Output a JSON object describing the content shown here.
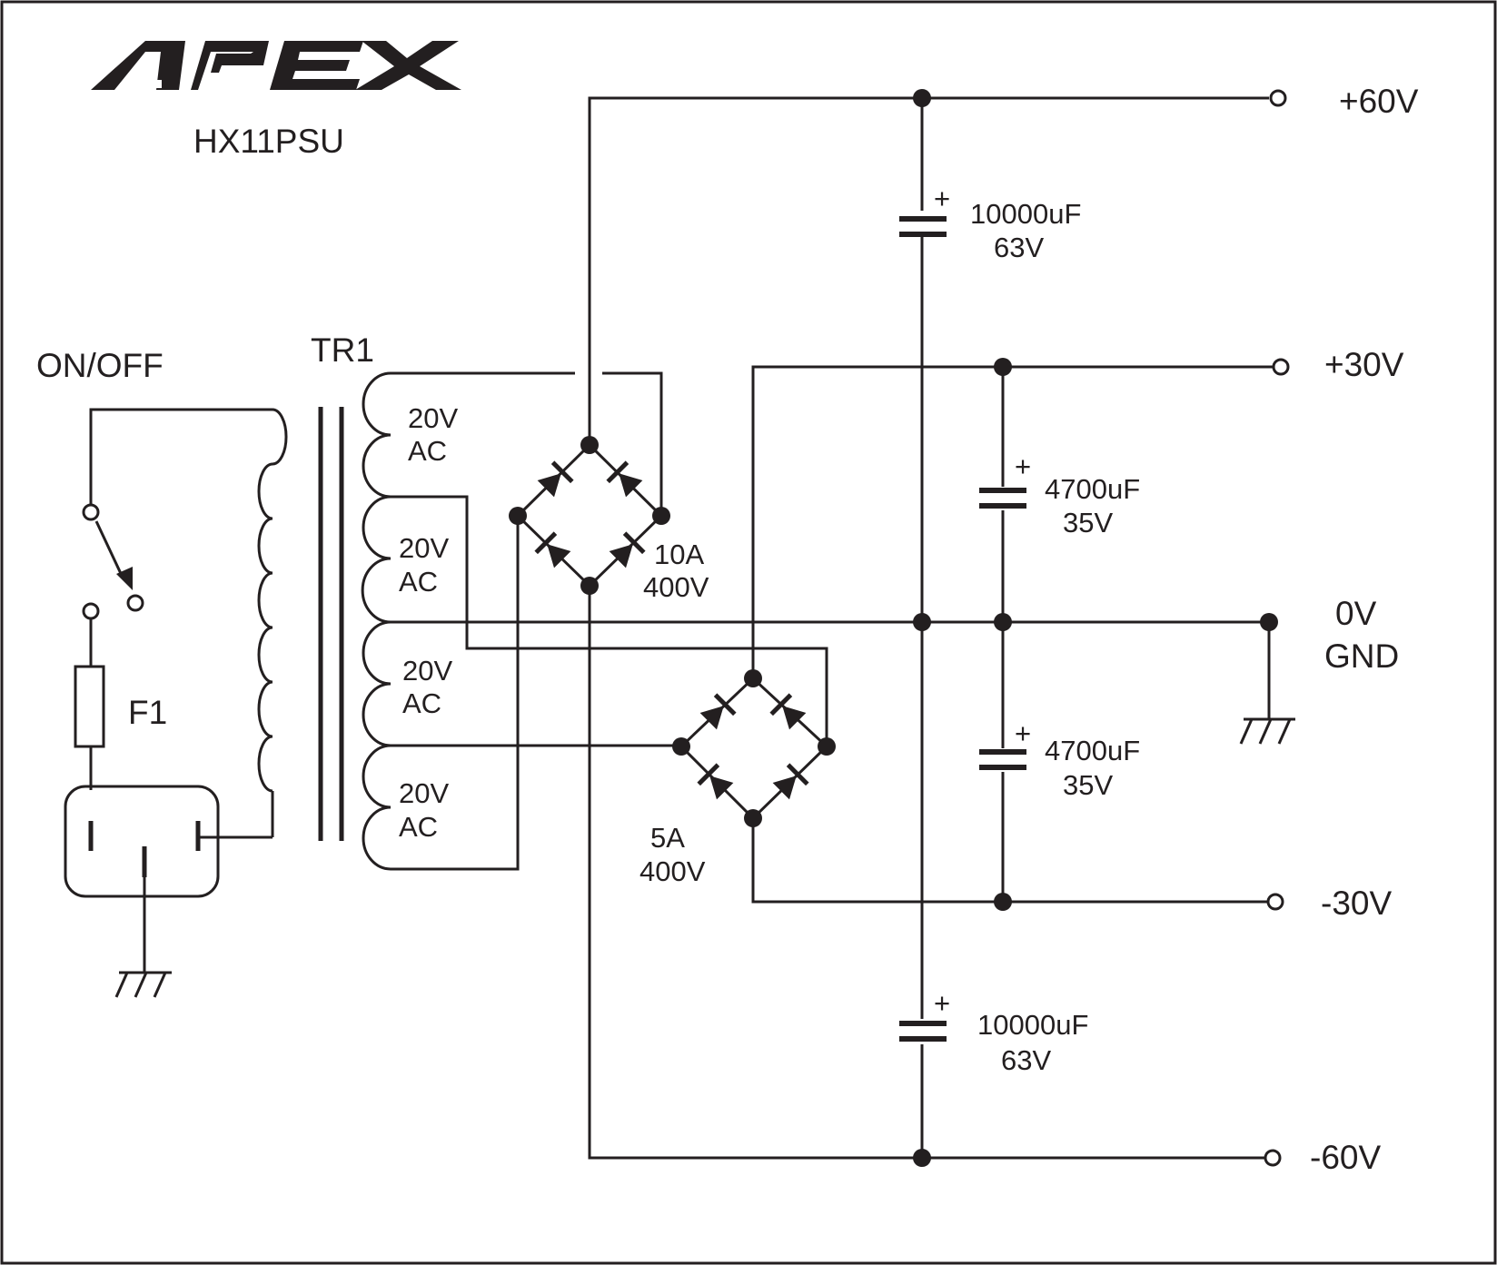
{
  "brand": {
    "logo_text": "APEX",
    "model": "HX11PSU"
  },
  "labels": {
    "switch": "ON/OFF",
    "transformer": "TR1",
    "fuse": "F1"
  },
  "windings": [
    {
      "v": "20V",
      "type": "AC"
    },
    {
      "v": "20V",
      "type": "AC"
    },
    {
      "v": "20V",
      "type": "AC"
    },
    {
      "v": "20V",
      "type": "AC"
    }
  ],
  "bridges": {
    "main": {
      "current": "10A",
      "voltage": "400V"
    },
    "aux": {
      "current": "5A",
      "voltage": "400V"
    }
  },
  "capacitors": [
    {
      "value": "10000uF",
      "voltage": "63V",
      "polarity": "+"
    },
    {
      "value": "4700uF",
      "voltage": "35V",
      "polarity": "+"
    },
    {
      "value": "4700uF",
      "voltage": "35V",
      "polarity": "+"
    },
    {
      "value": "10000uF",
      "voltage": "63V",
      "polarity": "+"
    }
  ],
  "rails": {
    "p60": "+60V",
    "p30": "+30V",
    "gnd_v": "0V",
    "gnd": "GND",
    "n30": "-30V",
    "n60": "-60V"
  },
  "colors": {
    "ink": "#231f20",
    "background": "#ffffff"
  }
}
